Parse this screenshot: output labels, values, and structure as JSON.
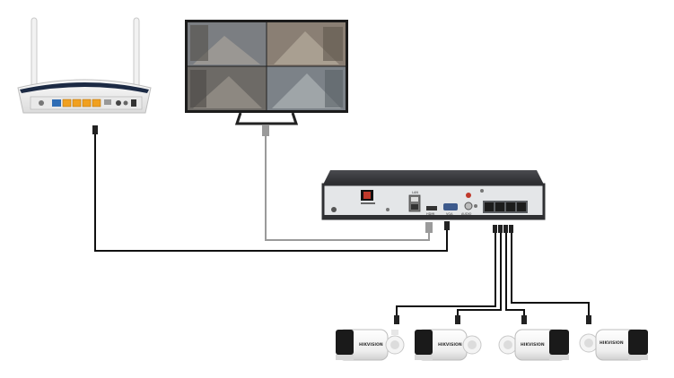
{
  "nvr": {
    "port_labels": [
      "LAN",
      "HDMI",
      "VGA",
      "AUDIO"
    ],
    "poe_ports": 4
  },
  "cameras": [
    {
      "brand": "HIKVISION"
    },
    {
      "brand": "HIKVISION"
    },
    {
      "brand": "HIKVISION"
    },
    {
      "brand": "HIKVISION"
    }
  ],
  "colors": {
    "network_cable": "#111111",
    "hdmi_cable": "#9a9a9a",
    "nvr_body": "#2f3033",
    "nvr_faceplate": "#e4e6e8",
    "camera_body": "#f3f3f3",
    "camera_front": "#1a1a1a"
  }
}
